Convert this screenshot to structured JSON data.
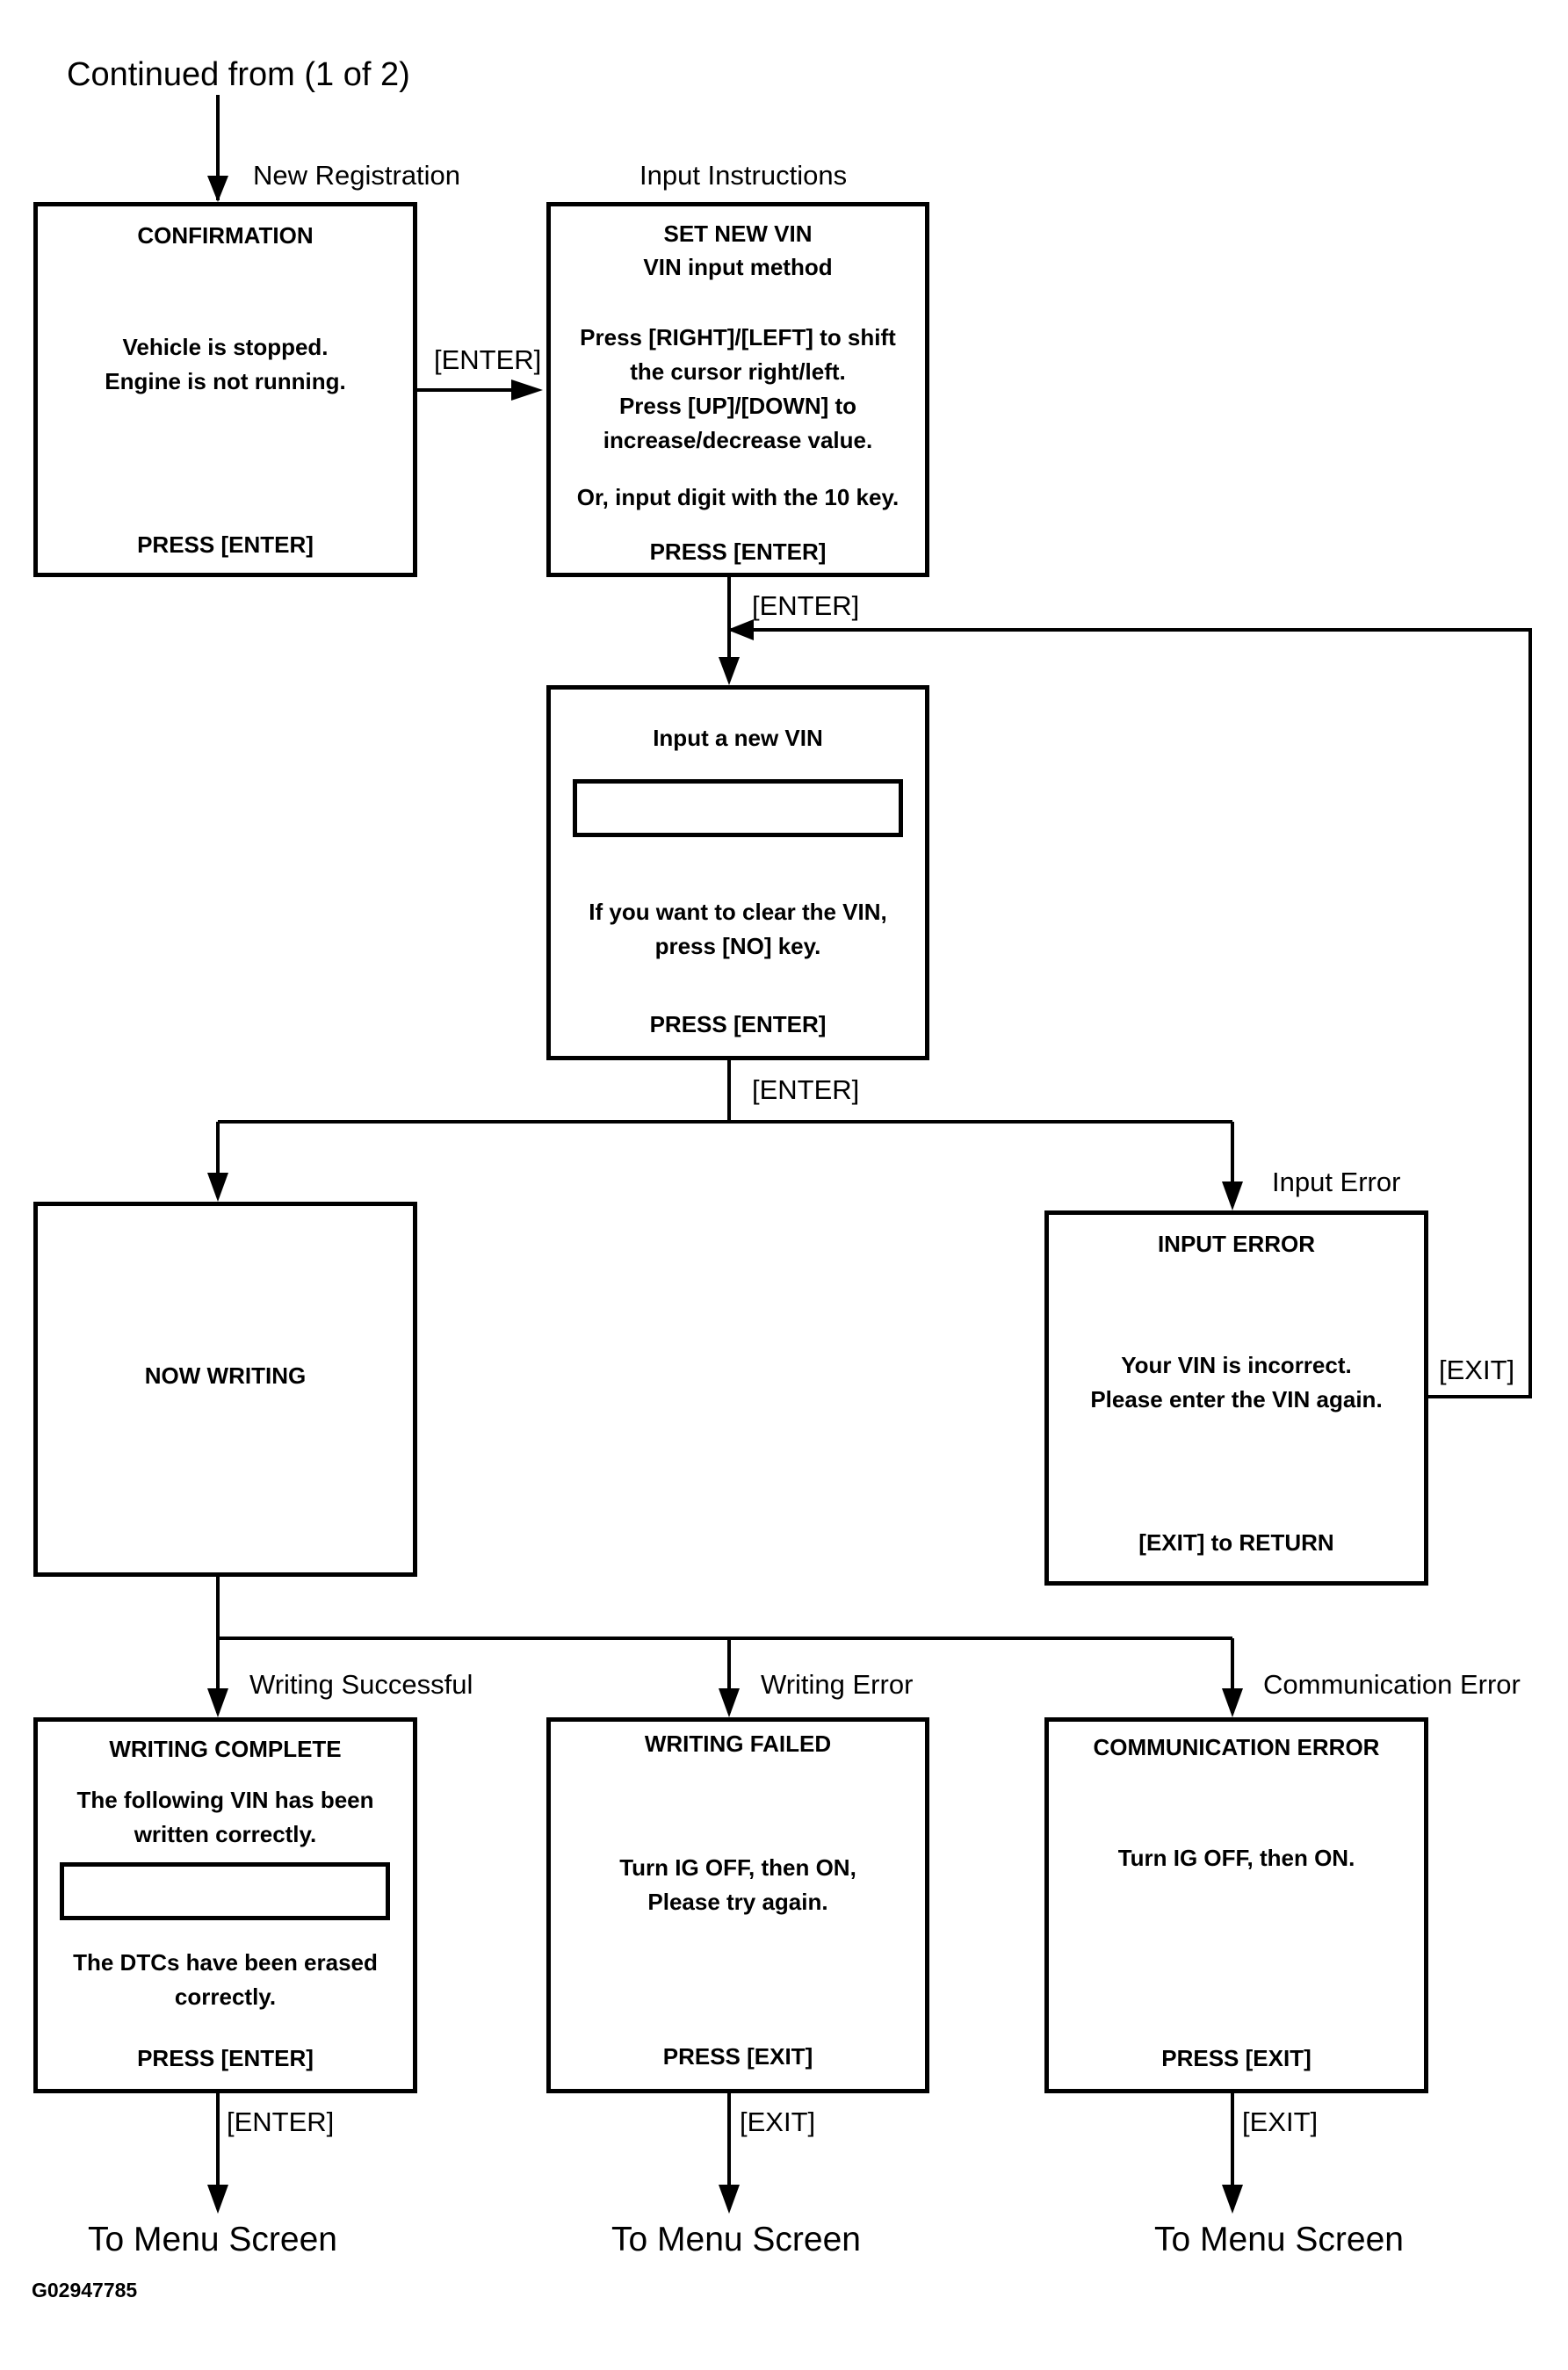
{
  "start": "Continued from (1 of 2)",
  "image_code": "G02947785",
  "edge_labels": {
    "new_registration": "New Registration",
    "input_instructions": "Input Instructions",
    "enter_1": "[ENTER]",
    "enter_2": "[ENTER]",
    "enter_3": "[ENTER]",
    "input_error": "Input Error",
    "exit_loop": "[EXIT]",
    "writing_successful": "Writing Successful",
    "writing_error": "Writing Error",
    "communication_error": "Communication Error",
    "enter_4": "[ENTER]",
    "exit_1": "[EXIT]",
    "exit_2": "[EXIT]"
  },
  "boxes": {
    "confirmation": {
      "title": "CONFIRMATION",
      "line1": "Vehicle is stopped.",
      "line2": "Engine is not running.",
      "footer": "PRESS [ENTER]"
    },
    "set_new_vin": {
      "title": "SET NEW VIN",
      "subtitle": "VIN input method",
      "line1": "Press [RIGHT]/[LEFT] to shift",
      "line2": "the cursor right/left.",
      "line3": "Press [UP]/[DOWN] to",
      "line4": "increase/decrease value.",
      "line5": "Or, input digit with the 10 key.",
      "footer": "PRESS [ENTER]"
    },
    "input_vin": {
      "title": "Input a new VIN",
      "line1": "If you want to clear the VIN,",
      "line2": "press [NO] key.",
      "footer": "PRESS [ENTER]"
    },
    "now_writing": {
      "title": "NOW WRITING"
    },
    "input_error": {
      "title": "INPUT ERROR",
      "line1": "Your VIN is incorrect.",
      "line2": "Please enter the VIN again.",
      "footer": "[EXIT] to RETURN"
    },
    "writing_complete": {
      "title": "WRITING COMPLETE",
      "line1": "The following VIN has been",
      "line2": "written correctly.",
      "line3": "The DTCs have been erased",
      "line4": "correctly.",
      "footer": "PRESS [ENTER]"
    },
    "writing_failed": {
      "title": "WRITING FAILED",
      "line1": "Turn IG OFF, then ON,",
      "line2": "Please try again.",
      "footer": "PRESS [EXIT]"
    },
    "communication_error": {
      "title": "COMMUNICATION ERROR",
      "line1": "Turn IG OFF, then ON.",
      "footer": "PRESS [EXIT]"
    }
  },
  "endpoints": {
    "menu_1": "To Menu Screen",
    "menu_2": "To Menu Screen",
    "menu_3": "To Menu Screen"
  }
}
